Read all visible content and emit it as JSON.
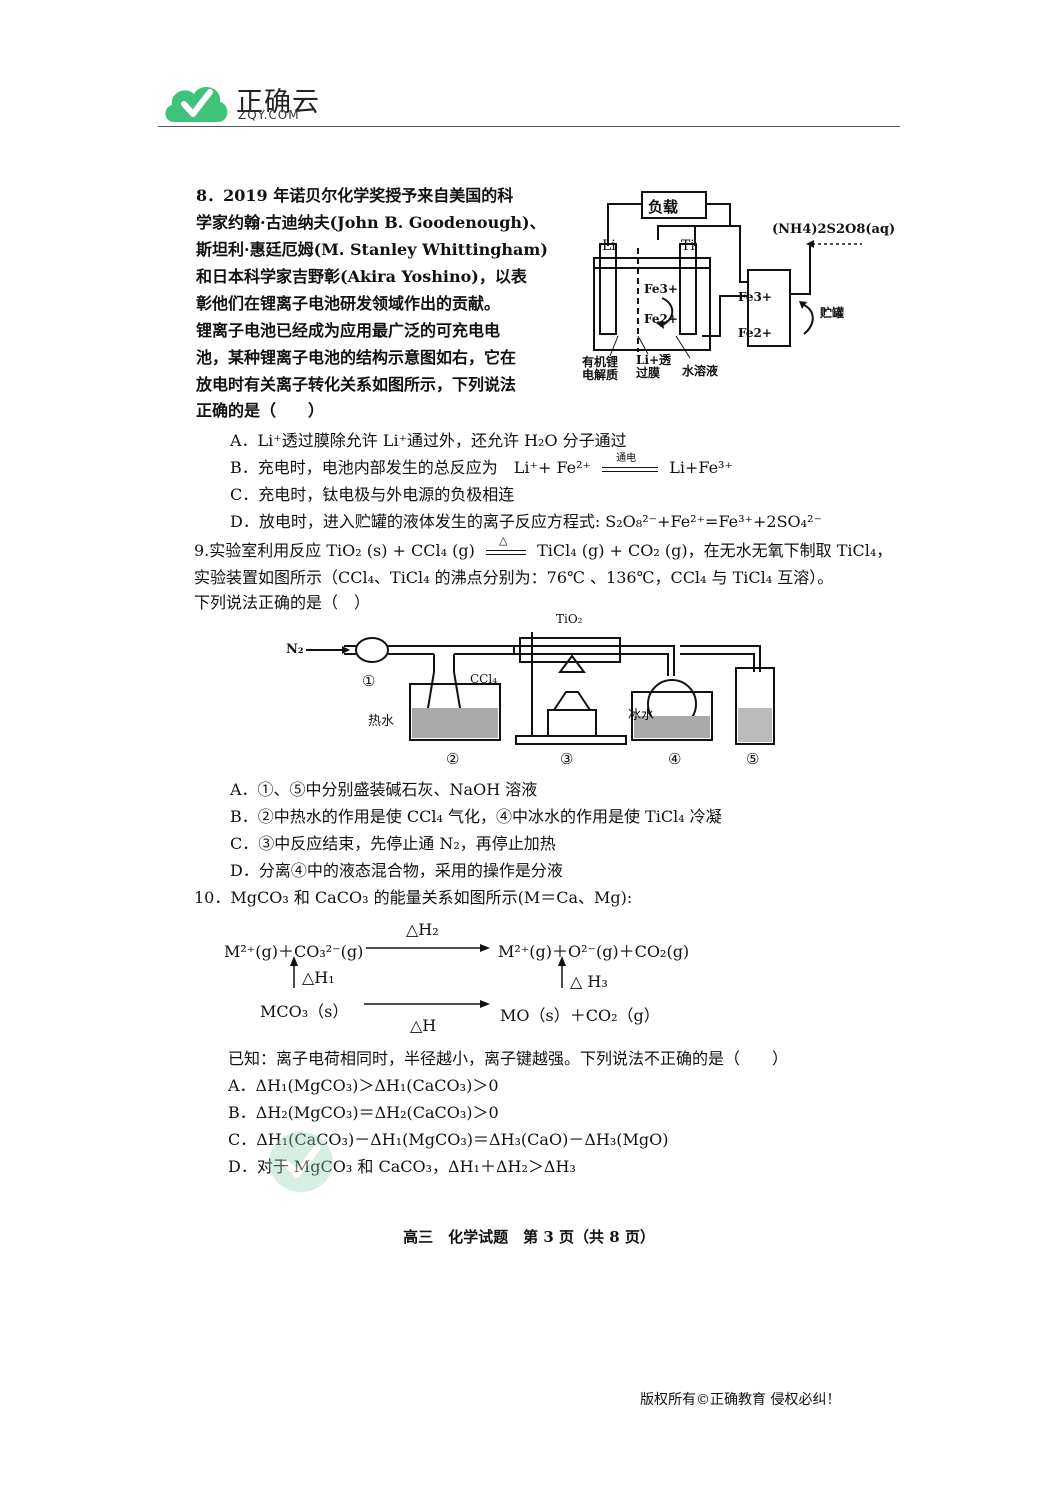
{
  "header": {
    "logo_main": "正确云",
    "logo_sub": "ZQY.COM"
  },
  "q8": {
    "lines": [
      "8．2019 年诺贝尔化学奖授予来自美国的科",
      "学家约翰·古迪纳夫(John B. Goodenough)、",
      "斯坦利·惠廷厄姆(M. Stanley Whittingham)",
      "和日本科学家吉野彰(Akira Yoshino)，以表",
      "彰他们在锂离子电池研发领域作出的贡献。",
      "锂离子电池已经成为应用最广泛的可充电电",
      "池，某种锂离子电池的结构示意图如右，它在",
      "放电时有关离子转化关系如图所示，下列说法",
      "正确的是（　　）"
    ],
    "diagram": {
      "load": "负载",
      "li": "Li",
      "ti": "Ti",
      "reagent": "(NH4)2S2O8(aq)",
      "fe3_left": "Fe3+",
      "fe2_left": "Fe2+",
      "fe3_right": "Fe3+",
      "fe2_right": "Fe2+",
      "tank": "贮罐",
      "electrolyte": "有机锂电解质",
      "membrane": "Li+透过膜",
      "aqueous": "水溶液"
    },
    "options": {
      "A": "A．Li⁺透过膜除允许 Li⁺通过外，还允许 H₂O 分子通过",
      "B_pre": "B．充电时，电池内部发生的总反应为　Li⁺+ Fe²⁺",
      "B_cond": "通电",
      "B_post": "Li+Fe³⁺",
      "C": "C．充电时，钛电极与外电源的负极相连",
      "D": "D．放电时，进入贮罐的液体发生的离子反应方程式: S₂O₈²⁻+Fe²⁺=Fe³⁺+2SO₄²⁻"
    }
  },
  "q9": {
    "line1_pre": "9.实验室利用反应 TiO₂ (s) + CCl₄ (g)",
    "line1_cond": "△",
    "line1_post": "TiCl₄ (g) + CO₂ (g)，在无水无氧下制取 TiCl₄，",
    "line2": "实验装置如图所示（CCl₄、TiCl₄ 的沸点分别为：76℃ 、136℃，CCl₄ 与 TiCl₄ 互溶）。",
    "line3": "下列说法正确的是（　）",
    "apparatus": {
      "n2": "N₂",
      "tio2": "TiO₂",
      "ccl4": "CCl₄",
      "hot_water": "热水",
      "ice_water": "冰水",
      "n1": "①",
      "n2c": "②",
      "n3": "③",
      "n4": "④",
      "n5": "⑤"
    },
    "options": {
      "A": "A．①、⑤中分别盛装碱石灰、NaOH 溶液",
      "B": "B．②中热水的作用是使 CCl₄ 气化，④中冰水的作用是使 TiCl₄ 冷凝",
      "C": "C．③中反应结束，先停止通 N₂，再停止加热",
      "D": "D．分离④中的液态混合物，采用的操作是分液"
    }
  },
  "q10": {
    "line1": "10．MgCO₃ 和 CaCO₃ 的能量关系如图所示(M＝Ca、Mg):",
    "cycle": {
      "top_left": "M²⁺(g)＋CO₃²⁻(g)",
      "top_right": "M²⁺(g)＋O²⁻(g)＋CO₂(g)",
      "dh2": "△H₂",
      "dh1": "△H₁",
      "dh3": "△ H₃",
      "bottom_left": "MCO₃（s）",
      "bottom_right": "MO（s）＋CO₂（g）",
      "dh": "△H"
    },
    "known": "已知：离子电荷相同时，半径越小，离子键越强。下列说法不正确的是（　　）",
    "options": {
      "A": "A．ΔH₁(MgCO₃)＞ΔH₁(CaCO₃)＞0",
      "B": "B．ΔH₂(MgCO₃)＝ΔH₂(CaCO₃)＞0",
      "C": "C．ΔH₁(CaCO₃)－ΔH₁(MgCO₃)＝ΔH₃(CaO)－ΔH₃(MgO)",
      "D": "D．对于 MgCO₃ 和 CaCO₃，ΔH₁＋ΔH₂＞ΔH₃"
    }
  },
  "footer": {
    "page": "高三　化学试题　第 3 页（共 8 页）",
    "copyright": "版权所有©正确教育  侵权必纠！"
  },
  "colors": {
    "logo_green": "#3fc27a",
    "text": "#111111"
  }
}
